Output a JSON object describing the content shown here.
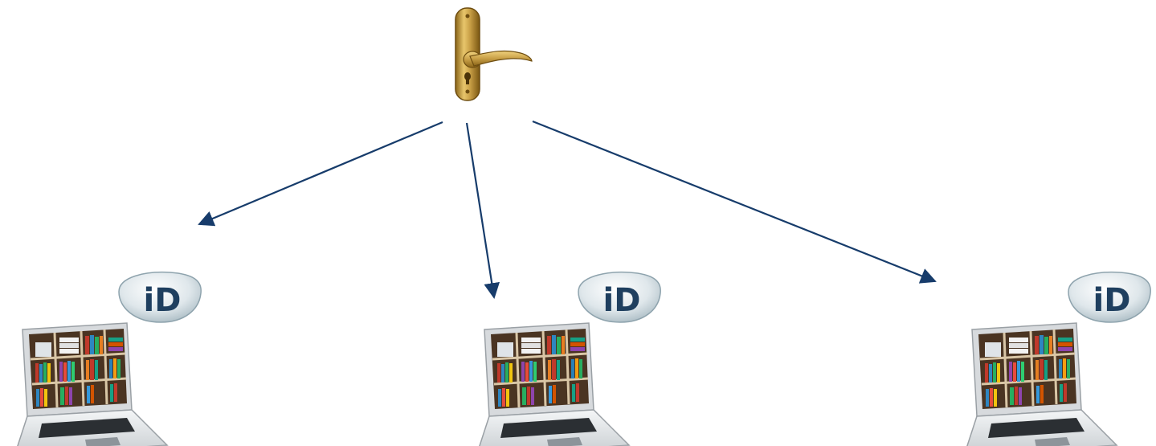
{
  "diagram": {
    "source": {
      "icon": "door-handle-icon"
    },
    "targets": [
      {
        "icon": "laptop-library-icon",
        "badge_icon": "id-badge-icon",
        "badge_text": "iD"
      },
      {
        "icon": "laptop-library-icon",
        "badge_icon": "id-badge-icon",
        "badge_text": "iD"
      },
      {
        "icon": "laptop-library-icon",
        "badge_icon": "id-badge-icon",
        "badge_text": "iD"
      }
    ],
    "edges": [
      {
        "from": "source",
        "to": "target-1"
      },
      {
        "from": "source",
        "to": "target-2"
      },
      {
        "from": "source",
        "to": "target-3"
      }
    ],
    "colors": {
      "arrow": "#173c6b",
      "brass": "#c9a047",
      "badge": "#c9d6dc",
      "badge_text": "#1f3f5f"
    }
  }
}
